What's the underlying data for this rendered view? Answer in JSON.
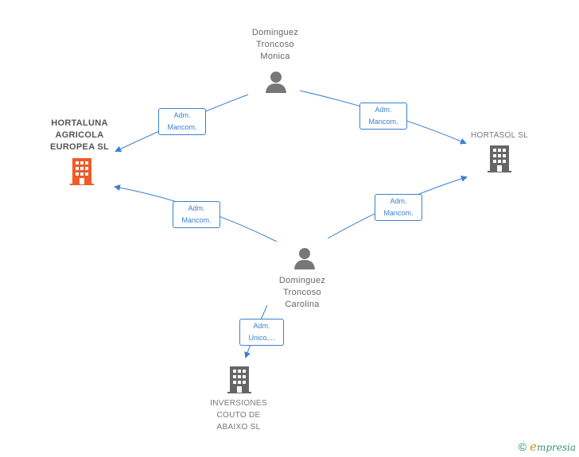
{
  "nodes": {
    "monica": {
      "label": "Dominguez\nTroncoso\nMonica",
      "icon": "person-icon"
    },
    "carolina": {
      "label": "Dominguez\nTroncoso\nCarolina",
      "icon": "person-icon"
    },
    "hortaluna": {
      "label": "HORTALUNA\nAGRICOLA\nEUROPEA  SL",
      "icon": "building-icon",
      "color": "#f05a28"
    },
    "hortasol": {
      "label": "HORTASOL  SL",
      "icon": "building-icon",
      "color": "#666666"
    },
    "inversiones": {
      "label": "INVERSIONES\nCOUTO DE\nABAIXO  SL",
      "icon": "building-icon",
      "color": "#666666"
    }
  },
  "edges": [
    {
      "id": "monica-hortaluna",
      "label": "Adm.\nMancom."
    },
    {
      "id": "monica-hortasol",
      "label": "Adm.\nMancom."
    },
    {
      "id": "carolina-hortaluna",
      "label": "Adm.\nMancom."
    },
    {
      "id": "carolina-hortasol",
      "label": "Adm.\nMancom."
    },
    {
      "id": "carolina-inversiones",
      "label": "Adm.\nUnico,..."
    }
  ],
  "footer": {
    "copyright": "©",
    "brand_initial": "e",
    "brand_rest": "mpresia"
  },
  "colors": {
    "edge": "#3a7fd0",
    "person": "#777777"
  }
}
